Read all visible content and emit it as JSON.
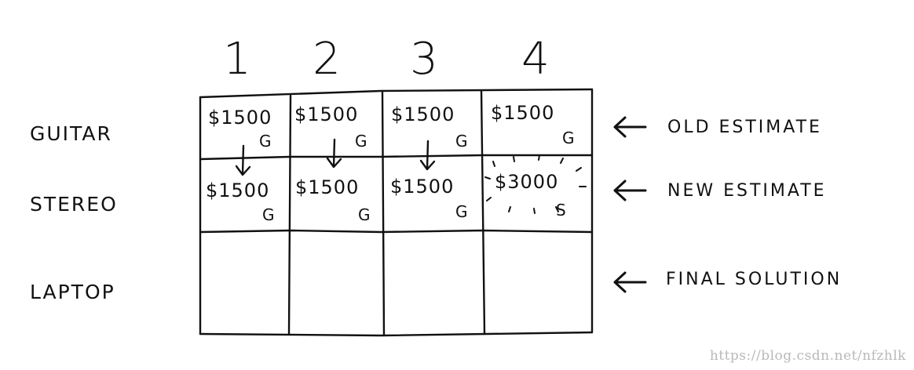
{
  "columns": [
    "1",
    "2",
    "3",
    "4"
  ],
  "rows": [
    "GUITAR",
    "STEREO",
    "LAPTOP"
  ],
  "cells": [
    [
      {
        "value": "$1500",
        "item": "G"
      },
      {
        "value": "$1500",
        "item": "G"
      },
      {
        "value": "$1500",
        "item": "G"
      },
      {
        "value": "$1500",
        "item": "G"
      }
    ],
    [
      {
        "value": "$1500",
        "item": "G"
      },
      {
        "value": "$1500",
        "item": "G"
      },
      {
        "value": "$1500",
        "item": "G"
      },
      {
        "value": "$3000",
        "item": "S"
      }
    ],
    [
      {
        "value": "",
        "item": ""
      },
      {
        "value": "",
        "item": ""
      },
      {
        "value": "",
        "item": ""
      },
      {
        "value": "",
        "item": ""
      }
    ]
  ],
  "annotations": {
    "old_estimate": "OLD ESTIMATE",
    "new_estimate": "NEW ESTIMATE",
    "final_solution": "FINAL SOLUTION"
  },
  "watermark": "https://blog.csdn.net/nfzhlk",
  "colors": {
    "ink": "#111111",
    "watermark": "#b9b9b9"
  }
}
